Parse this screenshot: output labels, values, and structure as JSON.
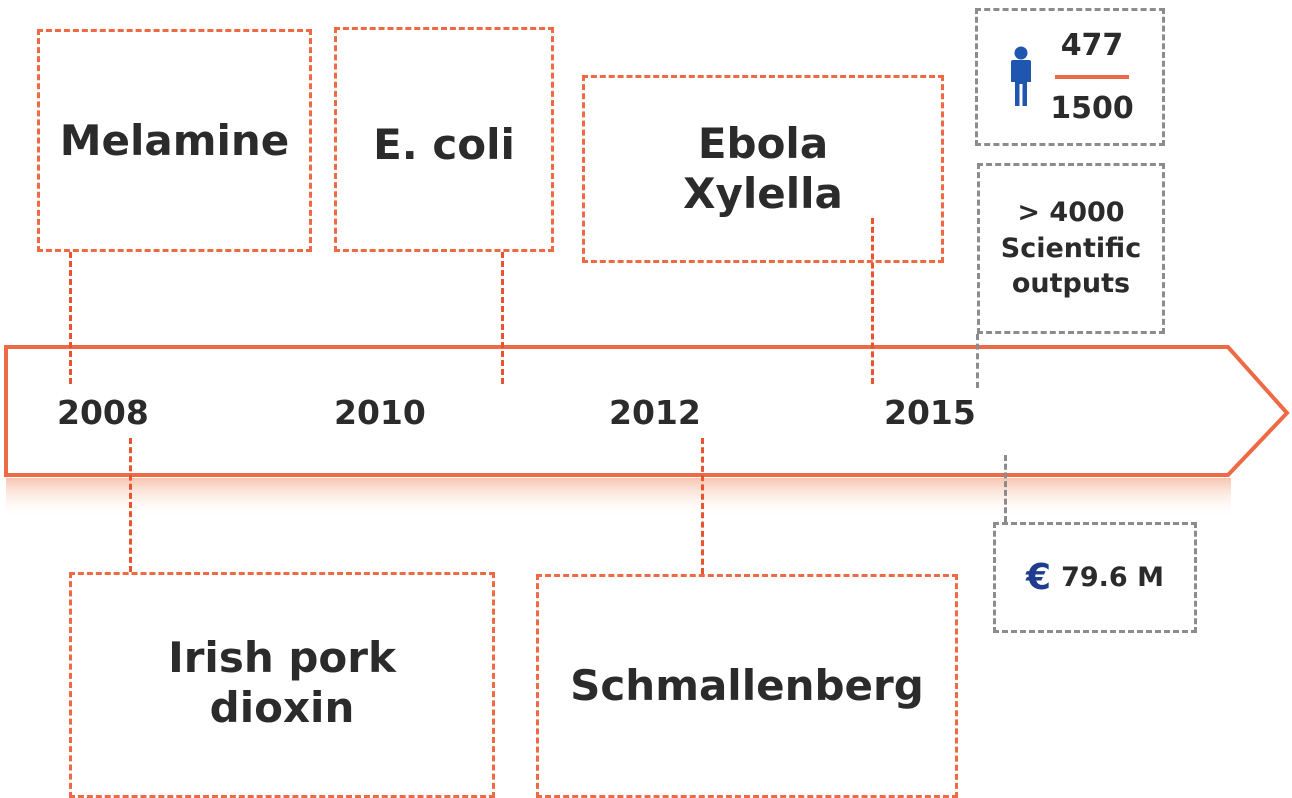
{
  "colors": {
    "accent": "#ee6a45",
    "line": "#e8542e",
    "neutral": "#8c8c8c",
    "person": "#1f57b0",
    "euro": "#1f3c8f"
  },
  "events_above": [
    {
      "name": "Melamine"
    },
    {
      "name": "E. coli"
    },
    {
      "line1": "Ebola",
      "line2": "Xylella"
    }
  ],
  "events_below": [
    {
      "line1": "Irish pork",
      "line2": "dioxin"
    },
    {
      "name": "Schmallenberg"
    }
  ],
  "years": [
    "2008",
    "2010",
    "2012",
    "2015"
  ],
  "stats": {
    "staff": {
      "icon": "person-icon",
      "top": "477",
      "bottom": "1500"
    },
    "outputs": {
      "line1": "> 4000",
      "line2": "Scientific",
      "line3": "outputs"
    },
    "budget": {
      "icon": "euro-icon",
      "symbol": "€",
      "value": "79.6 M"
    }
  }
}
